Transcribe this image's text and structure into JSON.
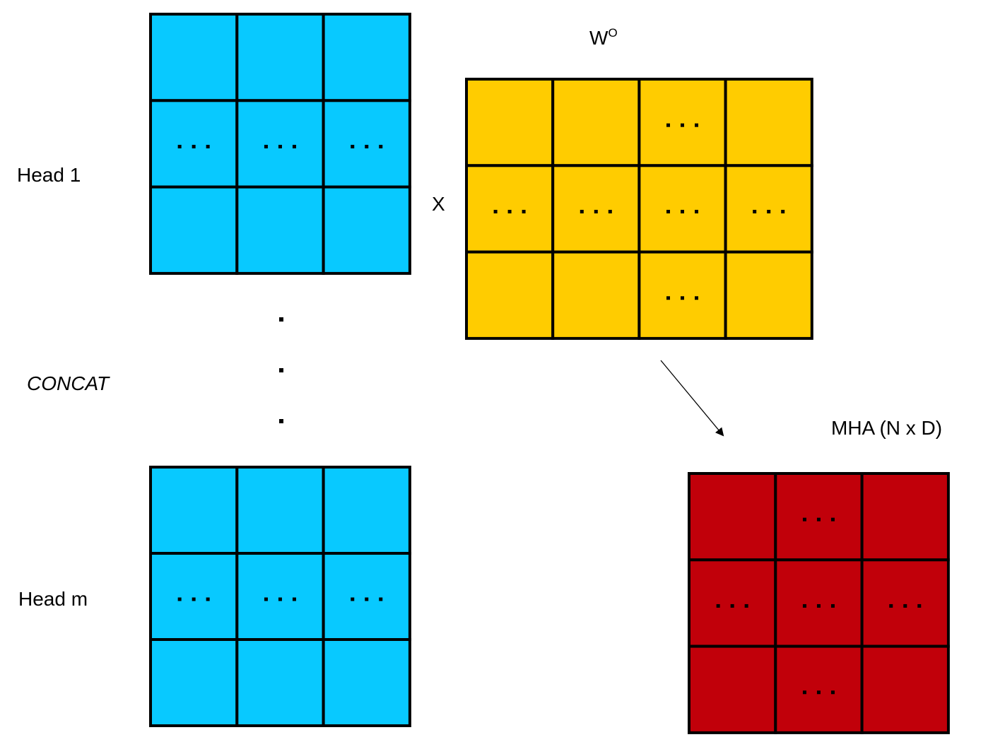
{
  "labels": {
    "head_first": "Head 1",
    "concat": "CONCAT",
    "head_last": "Head m",
    "multiply": "X",
    "weight_base": "W",
    "weight_sup": "O",
    "output": "MHA (N x D)"
  },
  "colors": {
    "head": "#08c9ff",
    "weight": "#ffcc00",
    "output": "#c1000a",
    "stroke": "#000000"
  },
  "matrices": [
    {
      "name": "head-1-matrix",
      "rows": 3,
      "cols": 3,
      "color_key": "head",
      "ellipsis_cells": [
        [
          1,
          0
        ],
        [
          1,
          1
        ],
        [
          1,
          2
        ]
      ]
    },
    {
      "name": "head-m-matrix",
      "rows": 3,
      "cols": 3,
      "color_key": "head",
      "ellipsis_cells": [
        [
          1,
          0
        ],
        [
          1,
          1
        ],
        [
          1,
          2
        ]
      ]
    },
    {
      "name": "wo-matrix",
      "rows": 3,
      "cols": 4,
      "color_key": "weight",
      "ellipsis_cells": [
        [
          0,
          2
        ],
        [
          1,
          0
        ],
        [
          1,
          1
        ],
        [
          1,
          2
        ],
        [
          1,
          3
        ],
        [
          2,
          2
        ]
      ]
    },
    {
      "name": "mha-matrix",
      "rows": 3,
      "cols": 3,
      "color_key": "output",
      "ellipsis_cells": [
        [
          0,
          1
        ],
        [
          1,
          0
        ],
        [
          1,
          1
        ],
        [
          1,
          2
        ],
        [
          2,
          1
        ]
      ]
    }
  ]
}
